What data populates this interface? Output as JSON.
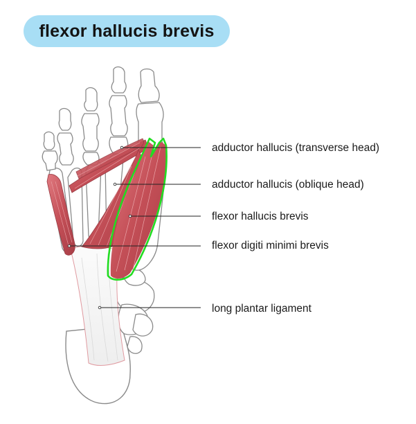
{
  "title": "flexor hallucis brevis",
  "colors": {
    "title_background": "#a8def5",
    "highlight_outline": "#22dd22",
    "muscle": "#c8565c",
    "bone_fill": "#ffffff",
    "bone_outline": "#8a8a8a",
    "leader_line": "#222222"
  },
  "labels": [
    {
      "id": "adductor-transverse",
      "text": "adductor hallucis (transverse head)"
    },
    {
      "id": "adductor-oblique",
      "text": "adductor hallucis (oblique head)"
    },
    {
      "id": "flexor-hallucis-brevis",
      "text": "flexor hallucis brevis"
    },
    {
      "id": "flexor-digiti-minimi-brevis",
      "text": "flexor digiti minimi brevis"
    },
    {
      "id": "long-plantar-ligament",
      "text": "long plantar ligament"
    }
  ]
}
